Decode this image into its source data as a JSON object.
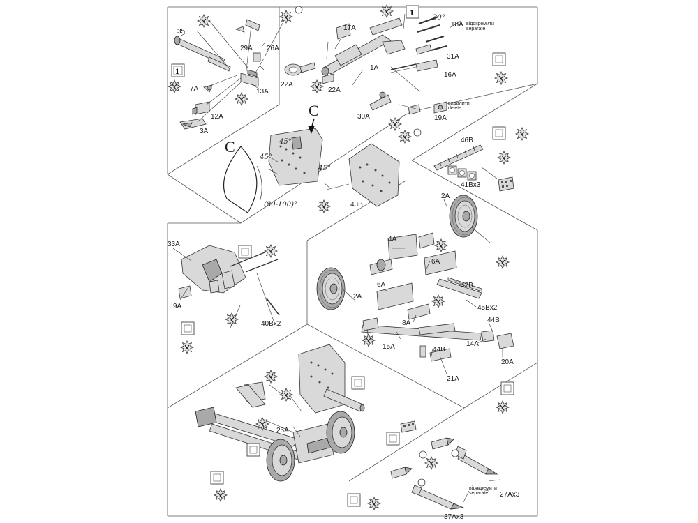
{
  "frame": {
    "background": "#ffffff",
    "line_color": "#555555"
  },
  "steps": [
    {
      "id": "step-1",
      "number": "1"
    },
    {
      "id": "step-2",
      "number": "1"
    }
  ],
  "labels": {
    "p35": "35",
    "p29A": "29A",
    "p26A": "26A",
    "p13A": "13A",
    "p7A": "7A",
    "p12A": "12A",
    "p3A": "3A",
    "p17A": "17A",
    "p22A_1": "22A",
    "p22A_2": "22A",
    "p1A": "1A",
    "p18A": "18A",
    "p31A": "31A",
    "p16A": "16A",
    "p30A": "30A",
    "p19A": "19A",
    "p43B": "43B",
    "p46B": "46B",
    "p41B": "41Bx3",
    "p33A": "33A",
    "p9A": "9A",
    "p40B": "40Bx2",
    "p2A_1": "2A",
    "p2A_2": "2A",
    "p4A": "4A",
    "p6A_1": "6A",
    "p6A_2": "6A",
    "p42B": "42B",
    "p45B": "45Bx2",
    "p8A": "8A",
    "p44B_1": "44B",
    "p44B_2": "44B",
    "p15A": "15A",
    "p14A": "14A",
    "p20A": "20A",
    "p21A": "21A",
    "p25A": "25A",
    "p27A": "27Ax3",
    "p37A": "37Ax3"
  },
  "annotations": {
    "separate_ua_1": "відокремити",
    "separate_en_1": "separate",
    "delete_ua": "видалити",
    "delete_en": "delete",
    "separate_ua_2": "відокремити",
    "separate_en_2": "separate",
    "angle_30": "30°",
    "angle_45_a": "45°",
    "angle_45_b": "45°",
    "angle_45_c": "45°",
    "bend_range": "(80-100)°",
    "view_C_1": "C",
    "view_C_2": "C",
    "question_1": "?",
    "question_2": "?",
    "question_3": "?"
  },
  "icons": [
    "cut-tool-icon",
    "glue-icon",
    "square-bracket-icon",
    "clockwise-rotation-icon",
    "pointer-arrow-icon"
  ]
}
